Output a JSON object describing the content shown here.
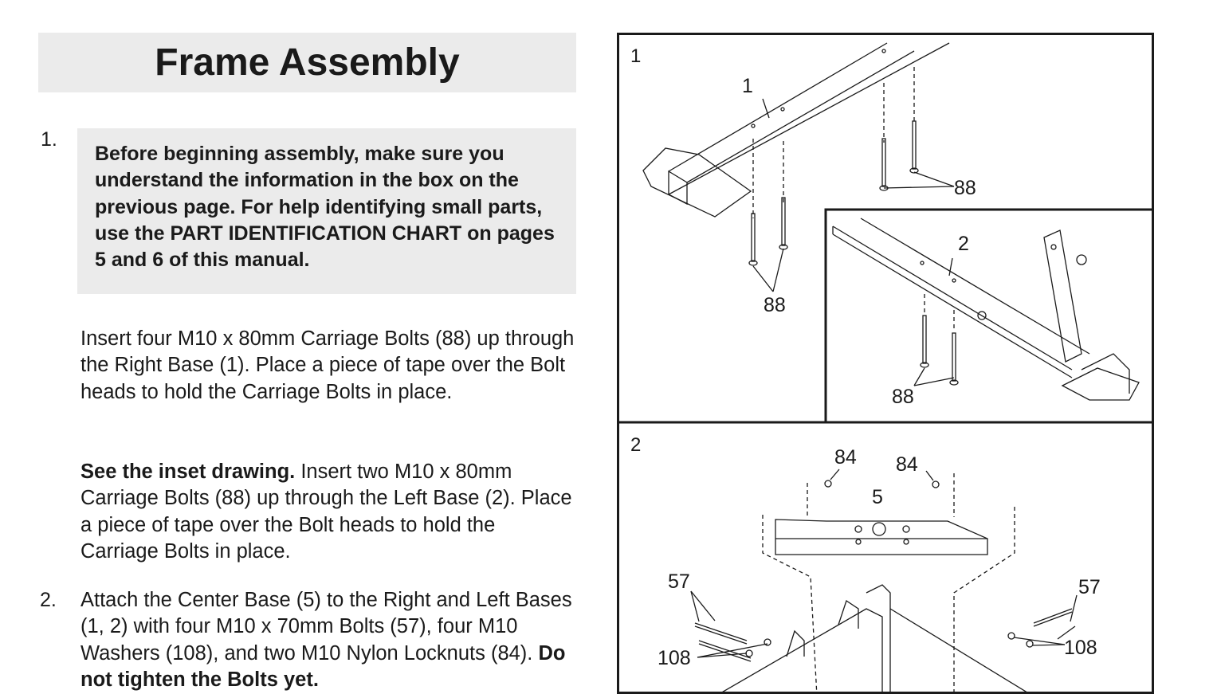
{
  "title": "Frame Assembly",
  "steps": [
    {
      "number": "1.",
      "note": "Before beginning assembly, make sure you understand the information in the box on the previous page. For help identifying small parts, use the PART IDENTIFICATION CHART on pages 5 and 6 of this manual.",
      "paragraph1": "Insert four M10 x 80mm Carriage Bolts (88) up through the Right Base (1). Place a piece of tape over the Bolt heads to hold the Carriage Bolts in place.",
      "paragraph2_bold": "See the inset drawing.",
      "paragraph2_rest": " Insert two M10 x 80mm Carriage Bolts (88) up through the Left Base (2). Place a piece of tape over the Bolt heads to hold the Carriage Bolts in place."
    },
    {
      "number": "2.",
      "text": "Attach the Center Base (5) to the Right and Left Bases (1, 2) with four M10 x 70mm Bolts (57), four M10 Washers (108), and two M10 Nylon Locknuts (84).",
      "text_bold": " Do not tighten the Bolts yet."
    }
  ],
  "figures": {
    "fig1": {
      "number": "1",
      "labels": {
        "right_base": "1",
        "bolts_a": "88",
        "bolts_b": "88",
        "left_base": "2",
        "bolts_inset": "88"
      }
    },
    "fig2": {
      "number": "2",
      "labels": {
        "locknut_a": "84",
        "locknut_b": "84",
        "center_base": "5",
        "bolt_left": "57",
        "washer_left": "108",
        "bolt_right": "57",
        "washer_right": "108"
      }
    }
  }
}
